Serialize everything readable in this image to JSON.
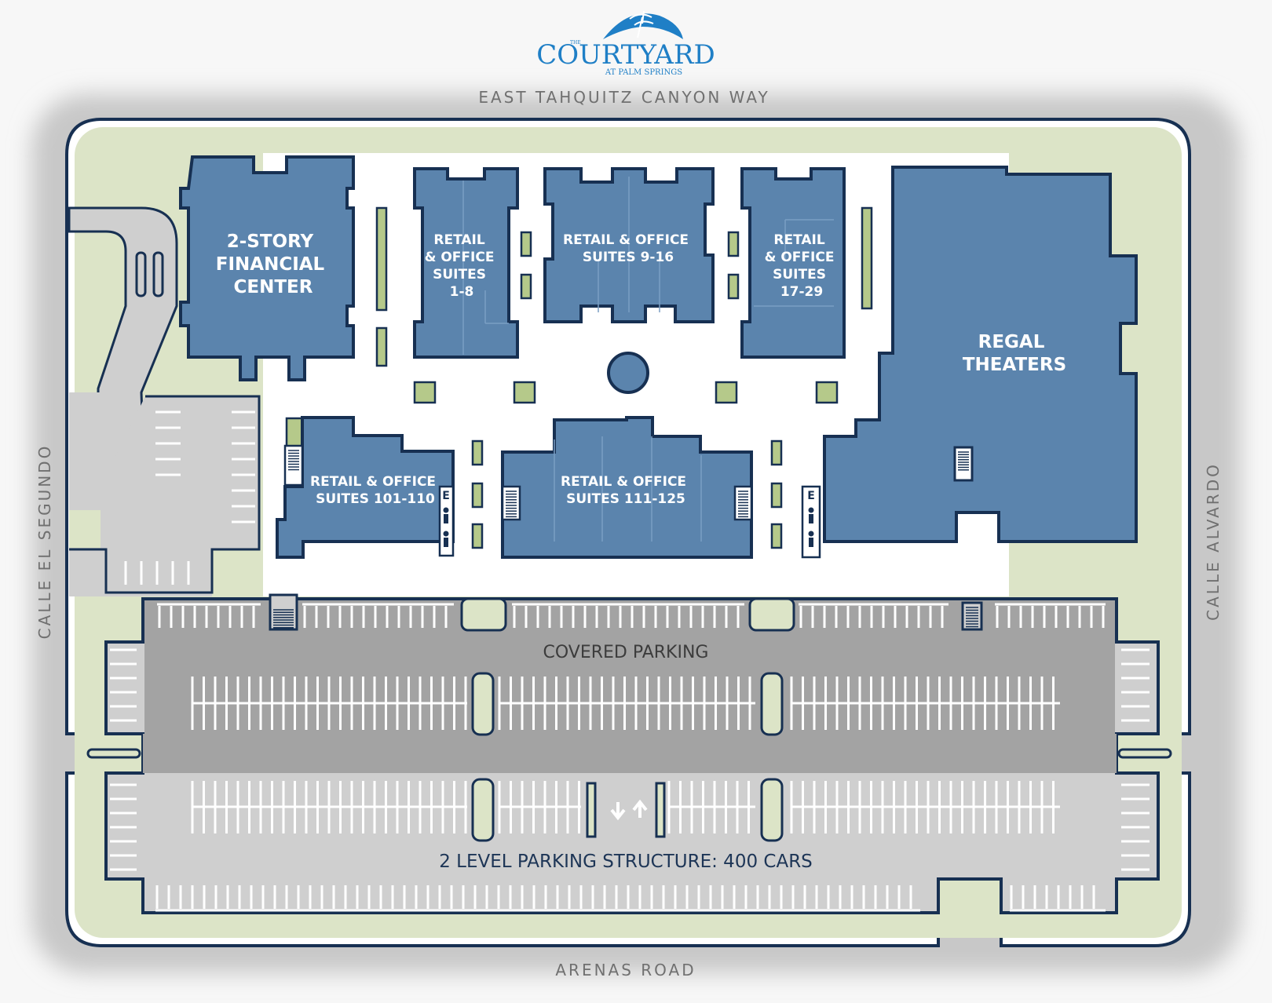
{
  "logo": {
    "small": "THE",
    "name": "COURTYARD",
    "tagline": "AT PALM SPRINGS",
    "colors": {
      "primary": "#1f7fc6"
    }
  },
  "roads": {
    "north": "EAST TAHQUITZ CANYON WAY",
    "south": "ARENAS ROAD",
    "west": "CALLE EL SEGUNDO",
    "east": "CALLE ALVARDO"
  },
  "buildings": {
    "financial": [
      "2-STORY",
      "FINANCIAL",
      "CENTER"
    ],
    "suites_1_8": [
      "RETAIL",
      "& OFFICE",
      "SUITES",
      "1-8"
    ],
    "suites_9_16": [
      "RETAIL & OFFICE",
      "SUITES 9-16"
    ],
    "suites_17_29": [
      "RETAIL",
      "& OFFICE",
      "SUITES",
      "17-29"
    ],
    "regal": [
      "REGAL",
      "THEATERS"
    ],
    "suites_101_110": [
      "RETAIL & OFFICE",
      "SUITES 101-110"
    ],
    "suites_111_125": [
      "RETAIL & OFFICE",
      "SUITES 111-125"
    ]
  },
  "parking": {
    "covered": "COVERED PARKING",
    "structure": "2 LEVEL PARKING STRUCTURE: 400 CARS"
  },
  "markers": {
    "elevator": "E"
  },
  "colors": {
    "building_fill": "#5b84ad",
    "outline": "#173052",
    "landscape": "#dce4c7",
    "parking_dark": "#a3a3a3",
    "parking_light": "#cfcfcf"
  }
}
